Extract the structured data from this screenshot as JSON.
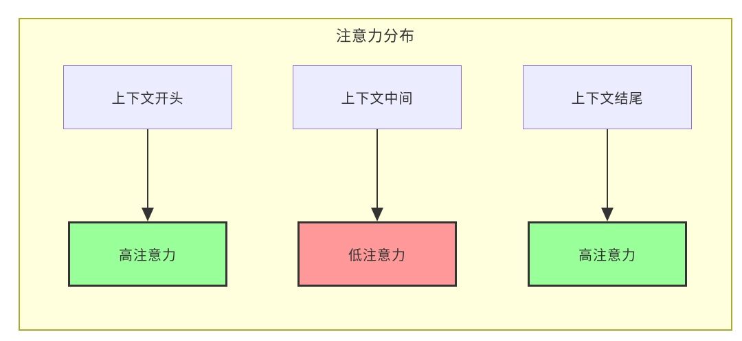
{
  "diagram": {
    "title": "注意力分布",
    "columns": [
      {
        "source": "上下文开头",
        "target": "高注意力",
        "target_level": "high"
      },
      {
        "source": "上下文中间",
        "target": "低注意力",
        "target_level": "low"
      },
      {
        "source": "上下文结尾",
        "target": "高注意力",
        "target_level": "high"
      }
    ],
    "edges": [
      {
        "from": "上下文开头",
        "to": "高注意力"
      },
      {
        "from": "上下文中间",
        "to": "低注意力"
      },
      {
        "from": "上下文结尾",
        "to": "高注意力"
      }
    ]
  },
  "colors": {
    "canvas-bg": "#ffffde",
    "canvas-border": "#aaaa33",
    "source-bg": "#ececff",
    "source-border": "#9370db",
    "high-bg": "#99ff99",
    "low-bg": "#ff9999",
    "target-border": "#333333",
    "text": "#333333",
    "arrow": "#333333"
  }
}
